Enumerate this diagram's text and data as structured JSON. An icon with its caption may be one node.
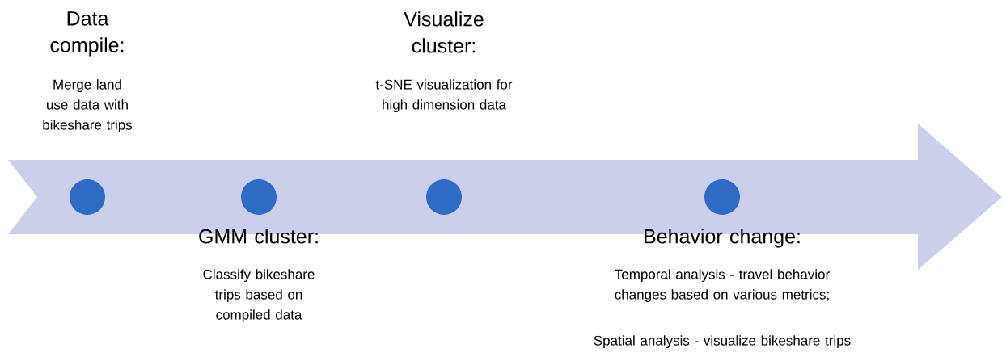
{
  "diagram": {
    "nodes": [
      {
        "text": [],
        "shape": "circle",
        "beside": [
          "Data compile:",
          "Merge land use data with bikeshare trips"
        ]
      },
      {
        "text": [],
        "shape": "circle",
        "beside": [
          "GMM cluster:",
          "Classify bikeshare trips based on compiled data"
        ]
      },
      {
        "text": [],
        "shape": "circle",
        "beside": [
          "Visualize cluster:",
          "t-SNE visualization for high dimension data"
        ]
      },
      {
        "text": [],
        "shape": "circle",
        "beside": [
          "Behavior change:",
          "Temporal analysis - travel behavior changes based on various metrics;",
          "Spatial analysis - visualize bikeshare trips"
        ]
      }
    ],
    "edges": []
  }
}
